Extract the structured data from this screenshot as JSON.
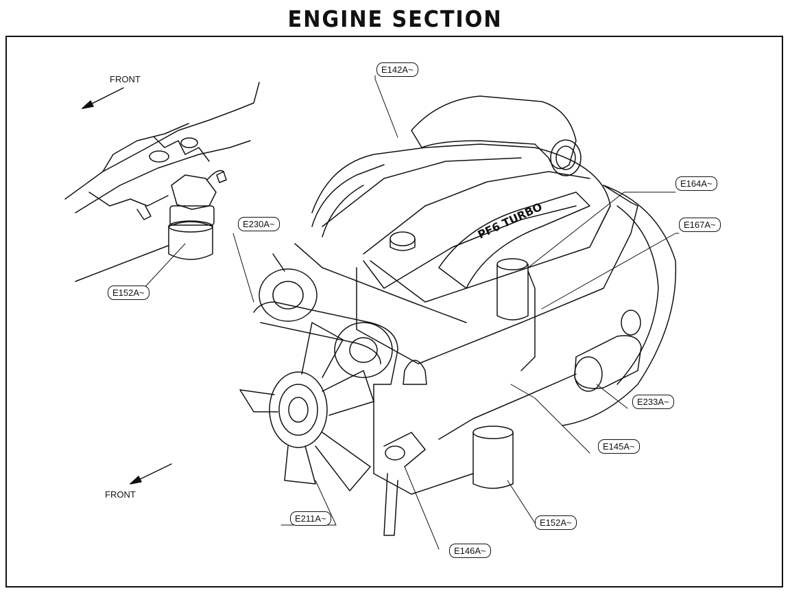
{
  "title": "ENGINE SECTION",
  "front_labels": [
    "FRONT",
    "FRONT"
  ],
  "callouts": {
    "e142a": "E142A~",
    "e164a": "E164A~",
    "e167a": "E167A~",
    "e230a": "E230A~",
    "e152a_inset": "E152A~",
    "e233a": "E233A~",
    "e145a": "E145A~",
    "e211a": "E211A~",
    "e146a": "E146A~",
    "e152a_main": "E152A~"
  },
  "engine_badge": "PF6 TURBO"
}
